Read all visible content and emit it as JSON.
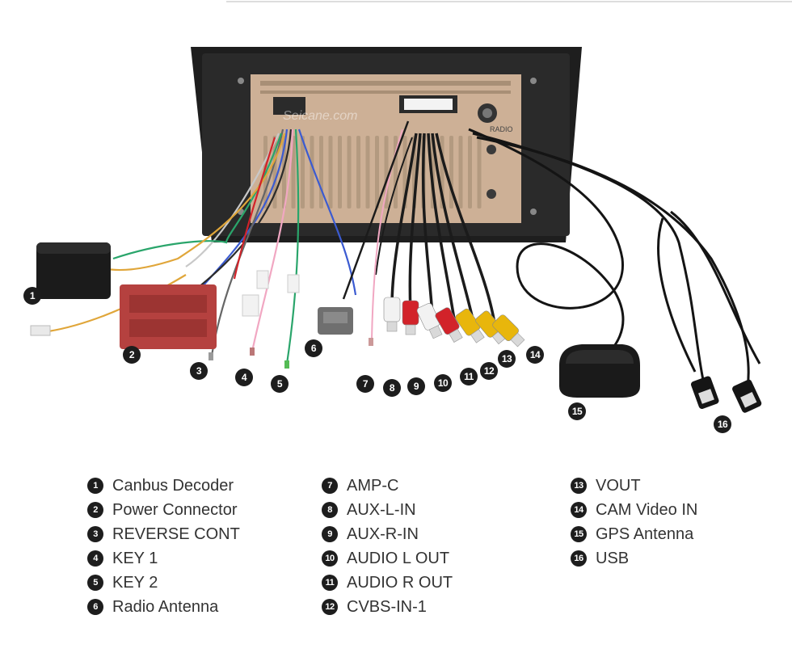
{
  "image": {
    "watermark": "Seicane.com",
    "panel_label": "RADIO"
  },
  "callouts": [
    "1",
    "2",
    "3",
    "4",
    "5",
    "6",
    "7",
    "8",
    "9",
    "10",
    "11",
    "12",
    "13",
    "14",
    "15",
    "16"
  ],
  "legend": {
    "columns": [
      [
        {
          "num": "1",
          "label": "Canbus Decoder"
        },
        {
          "num": "2",
          "label": "Power Connector"
        },
        {
          "num": "3",
          "label": "REVERSE CONT"
        },
        {
          "num": "4",
          "label": "KEY 1"
        },
        {
          "num": "5",
          "label": "KEY 2"
        },
        {
          "num": "6",
          "label": "Radio Antenna"
        }
      ],
      [
        {
          "num": "7",
          "label": "AMP-C"
        },
        {
          "num": "8",
          "label": "AUX-L-IN"
        },
        {
          "num": "9",
          "label": "AUX-R-IN"
        },
        {
          "num": "10",
          "label": "AUDIO L OUT"
        },
        {
          "num": "11",
          "label": "AUDIO R OUT"
        },
        {
          "num": "12",
          "label": "CVBS-IN-1"
        }
      ],
      [
        {
          "num": "13",
          "label": "VOUT"
        },
        {
          "num": "14",
          "label": "CAM Video IN"
        },
        {
          "num": "15",
          "label": "GPS Antenna"
        },
        {
          "num": "16",
          "label": "USB"
        }
      ]
    ]
  },
  "colors": {
    "frame": "#1e1e1e",
    "chassis": "#cdb096",
    "connector_red": "#b5413f",
    "rca_red": "#d2232a",
    "rca_white": "#f2f2f2",
    "rca_yellow": "#e8b60c",
    "badge": "#1d1d1d"
  }
}
